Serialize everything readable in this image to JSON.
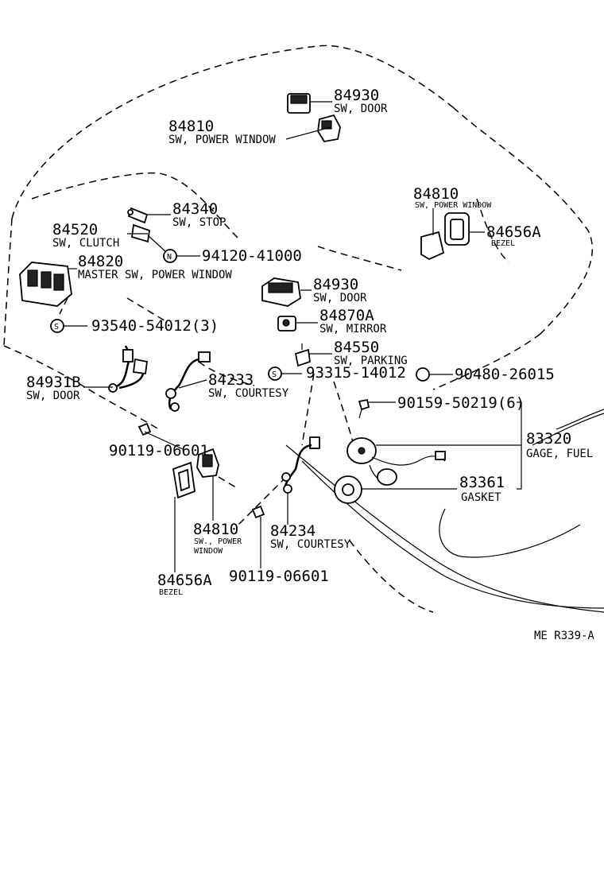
{
  "diagram": {
    "parts": [
      {
        "number": "84930",
        "desc": "SW, DOOR"
      },
      {
        "number": "84810",
        "desc": "SW, POWER WINDOW"
      },
      {
        "number": "84340",
        "desc": "SW, STOP"
      },
      {
        "number": "84520",
        "desc": "SW, CLUTCH"
      },
      {
        "number": "94120-41000",
        "desc": ""
      },
      {
        "number": "84820",
        "desc": "MASTER SW, POWER WINDOW"
      },
      {
        "number": "84810",
        "desc": "SW, POWER WINDOW"
      },
      {
        "number": "84656A",
        "desc": "BEZEL"
      },
      {
        "number": "84930",
        "desc": "SW, DOOR"
      },
      {
        "number": "84870A",
        "desc": "SW, MIRROR"
      },
      {
        "number": "93540-54012(3)",
        "desc": ""
      },
      {
        "number": "84550",
        "desc": "SW, PARKING"
      },
      {
        "number": "93315-14012",
        "desc": ""
      },
      {
        "number": "90480-26015",
        "desc": ""
      },
      {
        "number": "84931B",
        "desc": "SW, DOOR"
      },
      {
        "number": "84233",
        "desc": "SW, COURTESY"
      },
      {
        "number": "90159-50219(6)",
        "desc": ""
      },
      {
        "number": "83320",
        "desc": "GAGE, FUEL"
      },
      {
        "number": "90119-06601",
        "desc": ""
      },
      {
        "number": "83361",
        "desc": "GASKET"
      },
      {
        "number": "84810",
        "desc": "SW., POWER",
        "desc2": "WINDOW"
      },
      {
        "number": "84234",
        "desc": "SW, COURTESY"
      },
      {
        "number": "84656A",
        "desc": "BEZEL"
      },
      {
        "number": "90119-06601",
        "desc": ""
      }
    ],
    "symbols": {
      "n": "N",
      "s": "S"
    },
    "reference": "ME  R339-A"
  }
}
